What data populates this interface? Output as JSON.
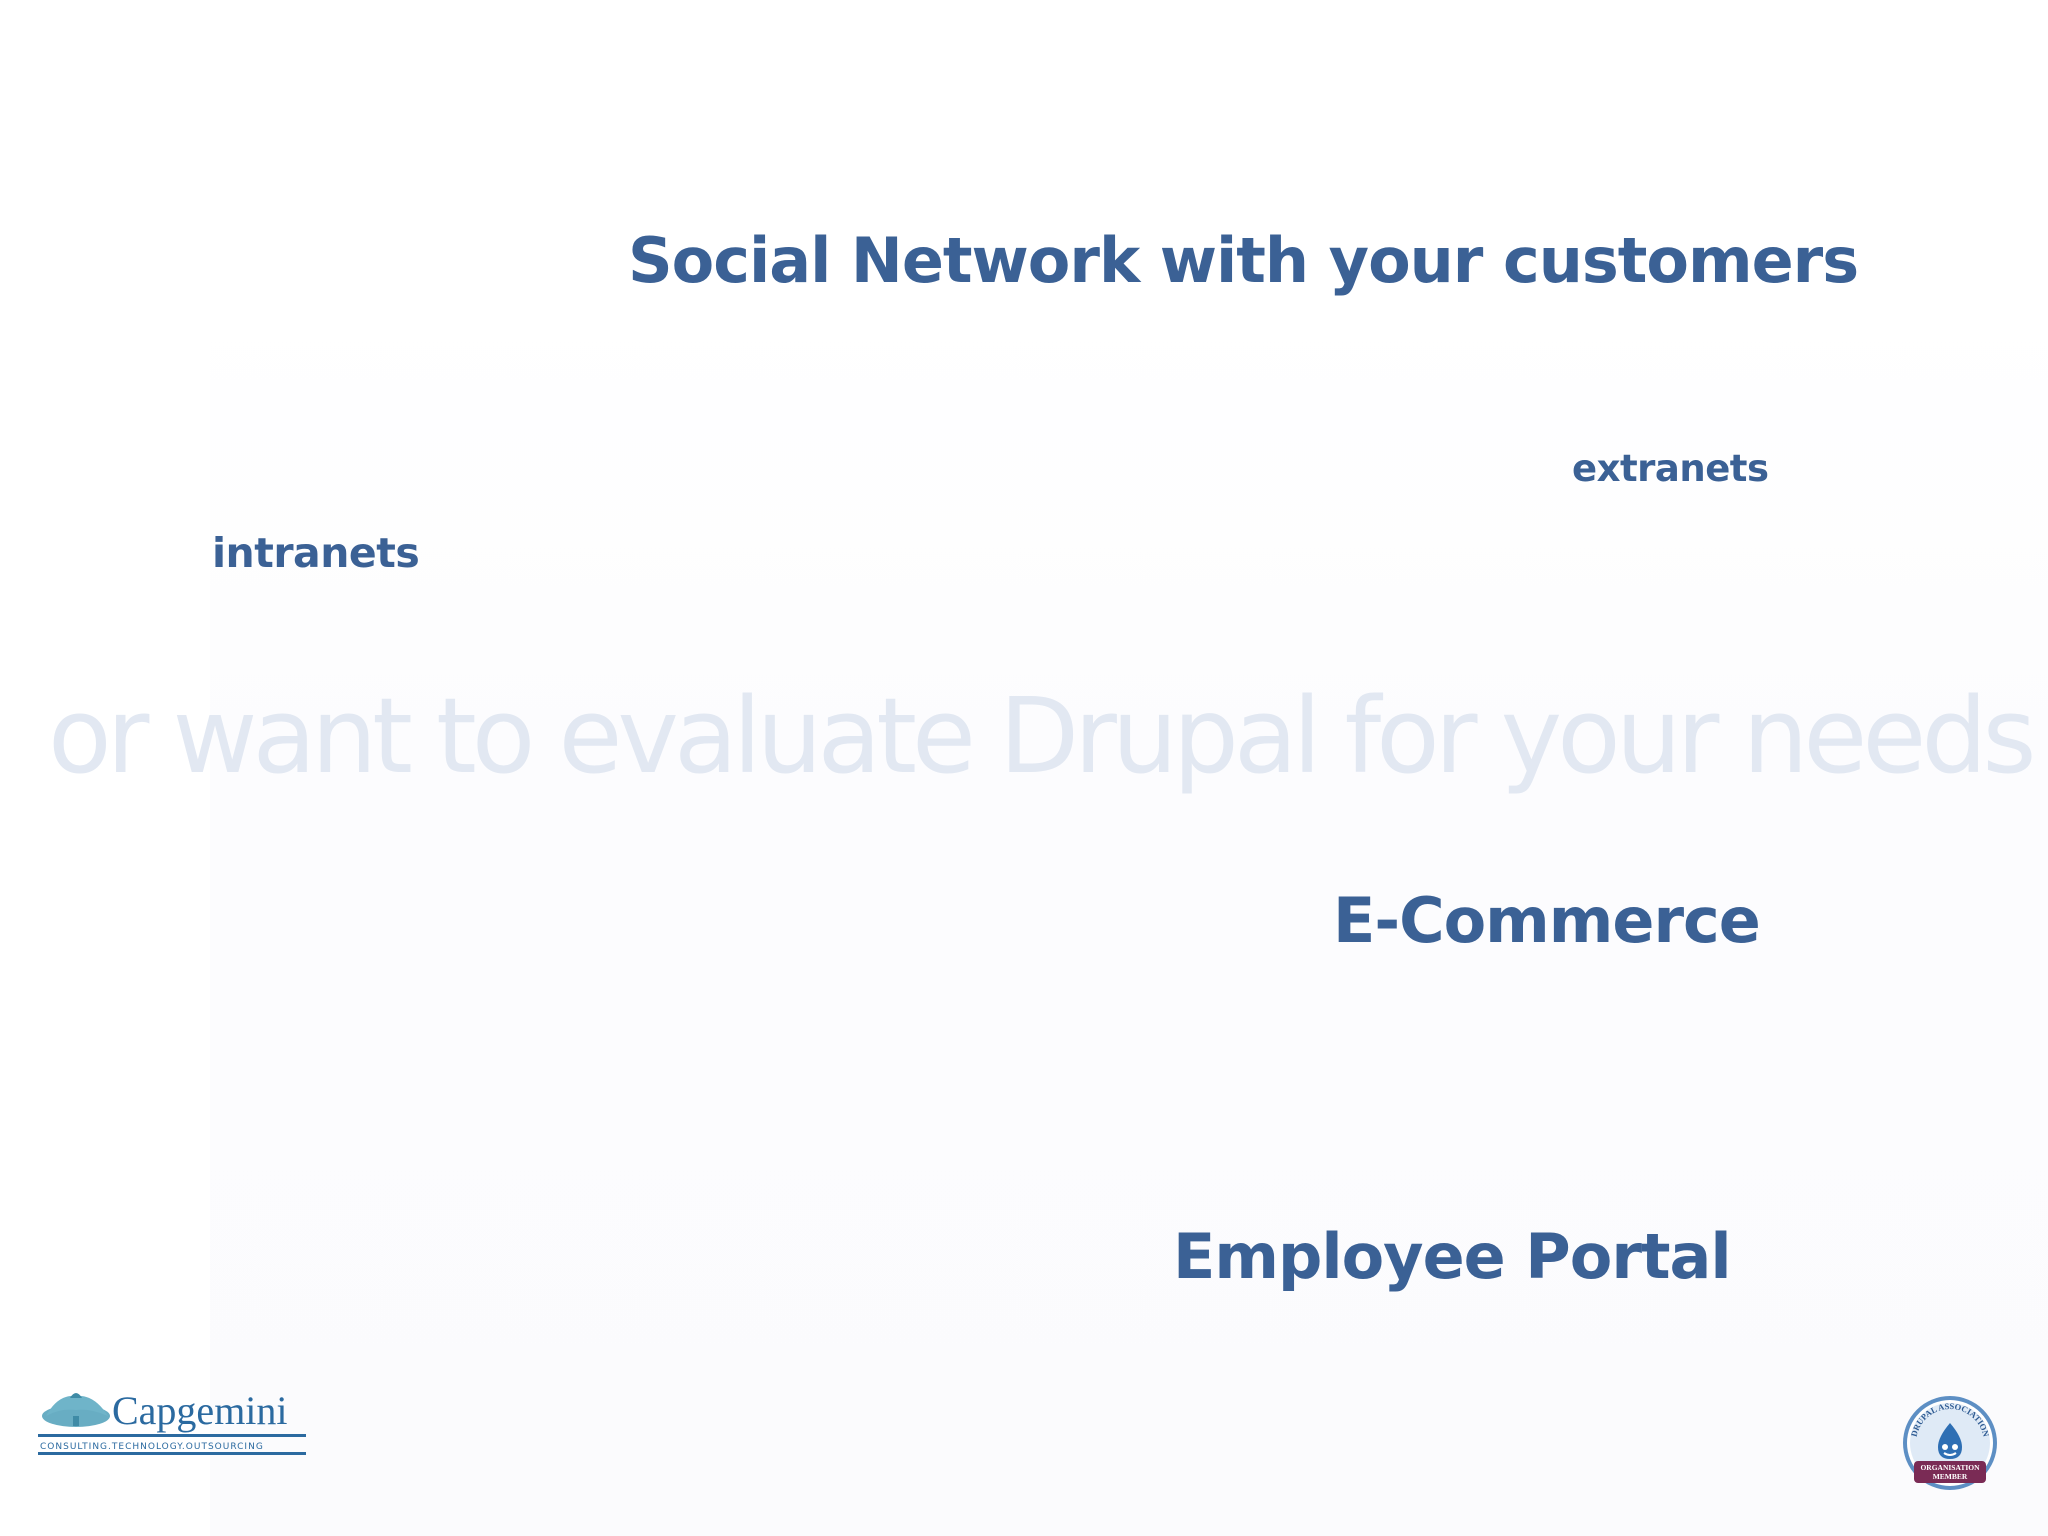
{
  "slide": {
    "headline": "Social Network with your customers",
    "extranets": "extranets",
    "intranets": "intranets",
    "faded_line": "or want to evaluate Drupal for your needs",
    "ecommerce": "E-Commerce",
    "employee_portal": "Employee Portal"
  },
  "logos": {
    "capgemini_wordmark": "Capgemini",
    "capgemini_tagline": "CONSULTING.TECHNOLOGY.OUTSOURCING",
    "drupal_badge_top": "DRUPAL ASSOCIATION",
    "drupal_badge_bottom_1": "ORGANISATION",
    "drupal_badge_bottom_2": "MEMBER"
  },
  "colors": {
    "text_blue": "#3b6195",
    "faded_text": "#e2e8f2",
    "capgemini_blue": "#2b6aa0",
    "capgemini_teal": "#4d9fb8",
    "badge_ring": "#4a7fb8",
    "badge_maroon": "#7a2b55"
  }
}
